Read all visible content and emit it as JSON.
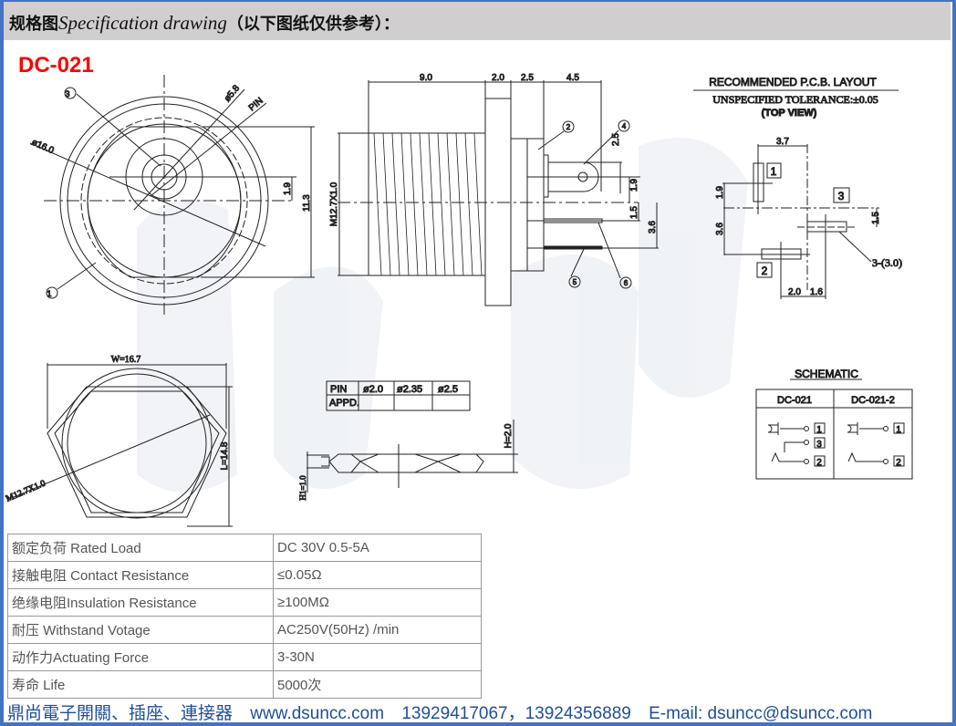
{
  "header": {
    "title_cn": "规格图",
    "title_en": "Specification drawing",
    "note": "（以下图纸仅供参考）："
  },
  "model": "DC-021",
  "front_view": {
    "dia_outer": "ø16.0",
    "dia_inner": "ø5.8",
    "pin": "PIN",
    "dim_1_9": "1.9",
    "dim_11_3": "11.3",
    "callouts": [
      "1",
      "3"
    ]
  },
  "side_view": {
    "dims_top": [
      "9.0",
      "2.0",
      "2.5",
      "4.5"
    ],
    "thread": "M12.7X1.0",
    "dim_2_5": "2.5",
    "dim_1_9": "1.9",
    "dim_1_5": "1.5",
    "dim_3_6": "3.6",
    "callouts": [
      "2",
      "4",
      "5",
      "6"
    ]
  },
  "pcb": {
    "title": "RECOMMENDED P.C.B. LAYOUT",
    "tolerance": "UNSPECIFIED TOLERANCE:±0.05",
    "view": "(TOP VIEW)",
    "dim_3_7": "3.7",
    "dim_1_9": "1.9",
    "dim_3_6": "3.6",
    "dim_1_5": "1.5",
    "dim_2_0": "2.0",
    "dim_1_6": "1.6",
    "slot": "3-(3.0)",
    "pins": [
      "1",
      "2",
      "3"
    ]
  },
  "nut_view": {
    "width": "W=16.7",
    "length": "L=14.8",
    "thread": "M12.7X1.0"
  },
  "pin_table": {
    "headers": [
      "PIN",
      "ø2.0",
      "ø2.35",
      "ø2.5"
    ],
    "row_label": "APPD."
  },
  "pin_view": {
    "h": "H=2.0",
    "h1": "H1=1.0"
  },
  "schematic": {
    "title": "SCHEMATIC",
    "cols": [
      "DC-021",
      "DC-021-2"
    ],
    "pins": [
      "1",
      "2",
      "3"
    ]
  },
  "specs": [
    {
      "label": "额定负荷 Rated Load",
      "value": "DC 30V 0.5-5A"
    },
    {
      "label": "接触电阻 Contact Resistance",
      "value": "≤0.05Ω"
    },
    {
      "label": "绝缘电阻Insulation Resistance",
      "value": "≥100MΩ"
    },
    {
      "label": "耐压  Withstand Votage",
      "value": "AC250V(50Hz) /min"
    },
    {
      "label": "动作力Actuating  Force",
      "value": "3-30N"
    },
    {
      "label": "寿命   Life",
      "value": "5000次"
    }
  ],
  "footer": {
    "company": "鼎尚電子開關、插座、連接器",
    "website": "www.dsuncc.com",
    "phones": "13929417067，13924356889",
    "email": "E-mail: dsuncc@dsuncc.com"
  },
  "colors": {
    "border": "#4472c4",
    "header_bg": "#d0cece",
    "model": "#ff0000",
    "footer": "#1f4e9a"
  }
}
